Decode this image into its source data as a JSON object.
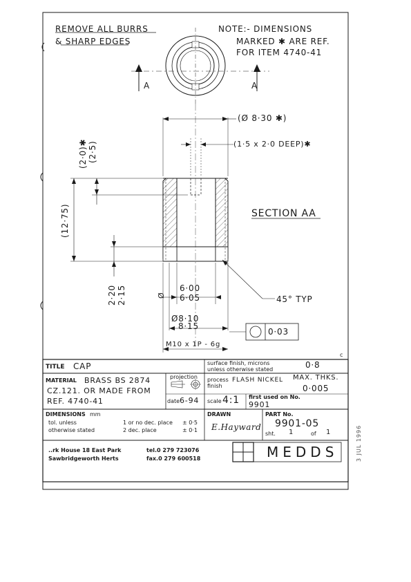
{
  "notes": {
    "remove_burrs_line1": "REMOVE ALL BURRS",
    "remove_burrs_line2": "& SHARP EDGES",
    "note_line1": "NOTE:- DIMENSIONS",
    "note_line2": "MARKED ✱ ARE REF.",
    "note_line3": "FOR ITEM 4740-41"
  },
  "section_markers": {
    "left": "A",
    "right": "A"
  },
  "dimensions": {
    "outer_dia": "(Ø 8·30 ✱)",
    "hole": "(1·5 x 2·0 DEEP)✱",
    "top_offset_a": "(2·0)✱",
    "top_offset_b": "(2·5)",
    "length": "(12·75)",
    "step_a": "2·20",
    "step_b": "2·15",
    "bore_a": "6·00",
    "bore_b": "6·05",
    "bore_prefix": "Ø",
    "counterbore_a": "Ø8·10",
    "counterbore_b": "8·15",
    "chamfer": "45° TYP",
    "thread": "M10 x 1P - 6g",
    "concentricity": "0·03"
  },
  "section_label": "SECTION AA",
  "title_block": {
    "title_label": "TITLE",
    "title_value": "CAP",
    "surface_finish_label_1": "surface finish, microns",
    "surface_finish_label_2": "unless otherwise stated",
    "surface_finish_value": "0·8",
    "corner_mark": "c",
    "material_label": "MATERIAL",
    "material_line1": "BRASS BS 2874",
    "material_line2": "CZ.121. OR MADE FROM",
    "material_line3": "REF. 4740-41",
    "projection_label": "projection",
    "process_label": "process finish",
    "process_value": "FLASH NICKEL",
    "max_thk_label": "MAX. THKS.",
    "max_thk_value": "0·005",
    "date_label": "date",
    "date_value": "6-94",
    "scale_label": "scale",
    "scale_value": "4:1",
    "first_used_label": "first used on No.",
    "first_used_value": "9901",
    "dimensions_label": "DIMENSIONS",
    "dimensions_unit": "mm",
    "tol_label_1": "tol. unless",
    "tol_label_2": "otherwise stated",
    "tol_row1": "1 or no dec. place",
    "tol_row1_val": "± 0·5",
    "tol_row2": "2 dec. place",
    "tol_row2_val": "± 0·1",
    "drawn_label": "DRAWN",
    "drawn_signature": "E.Hayward",
    "part_no_label": "PART No.",
    "part_no_value": "9901-05",
    "sht_label": "sht.",
    "sht_value": "1",
    "of_label": "of",
    "of_value": "1",
    "address_line1": "..rk House 18 East Park",
    "address_line2": "Sawbridgeworth Herts",
    "tel": "tel.0 279 723076",
    "fax": "fax.0 279 600518",
    "company": "MEDDS"
  },
  "stamp": "3 JUL 1996",
  "colors": {
    "ink": "#1a1a1a",
    "paper": "#ffffff",
    "stamp": "#555555"
  }
}
